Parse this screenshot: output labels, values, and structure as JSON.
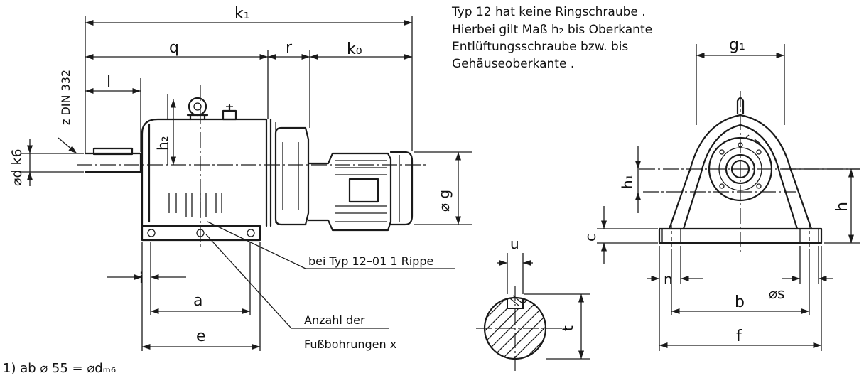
{
  "note": {
    "line1": "Typ 12  hat keine Ringschraube .",
    "line2": "Hierbei gilt Maß h₂ bis Oberkante",
    "line3": "Entlüftungsschraube  bzw. bis",
    "line4": "Gehäuseoberkante ."
  },
  "labels": {
    "k1": "k₁",
    "q": "q",
    "r": "r",
    "k0": "k₀",
    "l": "l",
    "z_din": "z  DIN 332",
    "d_k6": "⌀d  k6",
    "h2": "h₂",
    "g": "⌀ g",
    "i": "i",
    "a": "a",
    "e": "e",
    "rib_note": "bei  Typ  12–01    1 Rippe",
    "bore_line1": "Anzahl  der",
    "bore_line2": "Fußbohrungen  x",
    "footnote": "1)  ab ⌀ 55 = ⌀dₘ₆",
    "u": "u",
    "t": "t",
    "g1": "g₁",
    "h1": "h₁",
    "h": "h",
    "c": "c",
    "n": "n",
    "s": "⌀s",
    "b": "b",
    "f": "f"
  }
}
